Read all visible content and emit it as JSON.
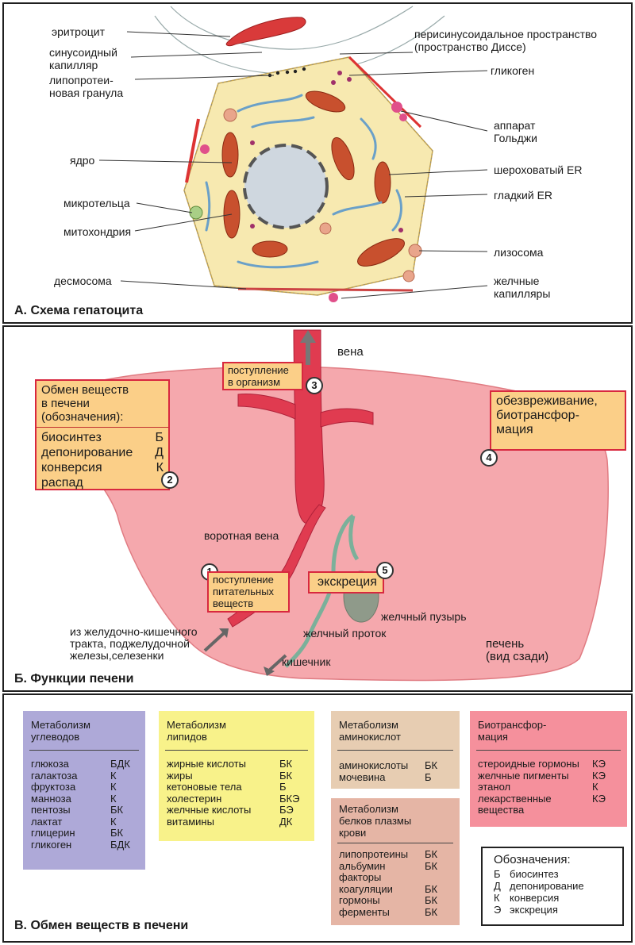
{
  "panel_a": {
    "title": "А. Схема гепатоцита",
    "labels": {
      "erythrocyte": "эритроцит",
      "sinusoid_1": "синусоидный",
      "sinusoid_2": "капилляр",
      "lipoprotein_1": "липопротеи-",
      "lipoprotein_2": "новая гранула",
      "nucleus": "ядро",
      "microbody": "микротельца",
      "mitochondrion": "митохондрия",
      "desmosome": "десмосома",
      "disse_1": "перисинусоидальное пространство",
      "disse_2": "(пространство Диссе)",
      "glycogen": "гликоген",
      "golgi_1": "аппарат",
      "golgi_2": "Гольджи",
      "rough_er": "шероховатый ER",
      "smooth_er": "гладкий ER",
      "lysosome": "лизосома",
      "bile_cap_1": "желчные",
      "bile_cap_2": "капилляры"
    }
  },
  "panel_b": {
    "title": "Б. Функции печени",
    "vein": "вена",
    "portal_vein": "воротная вена",
    "intake_1": "поступление",
    "intake_2": "в организм",
    "legend_box": {
      "head_1": "Обмен веществ",
      "head_2": "в печени",
      "head_3": "(обозначения):",
      "rows": [
        {
          "name": "биосинтез",
          "code": "Б"
        },
        {
          "name": "депонирование",
          "code": "Д"
        },
        {
          "name": "конверсия",
          "code": "К"
        },
        {
          "name": "распад",
          "code": ""
        }
      ]
    },
    "detox_1": "обезвреживание,",
    "detox_2": "биотрансфор-",
    "detox_3": "мация",
    "nutrients_1": "поступление",
    "nutrients_2": "питательных",
    "nutrients_3": "веществ",
    "excretion": "экскреция",
    "gallbladder": "желчный пузырь",
    "bile_duct": "желчный проток",
    "from_1": "из желудочно-кишечного",
    "from_2": "тракта, поджелудочной",
    "from_3": "железы,селезенки",
    "intestine": "кишечник",
    "liver_1": "печень",
    "liver_2": "(вид сзади)",
    "num1": "1",
    "num2": "2",
    "num3": "3",
    "num4": "4",
    "num5": "5"
  },
  "panel_c": {
    "title": "В. Обмен веществ в печени",
    "carbs": {
      "head_1": "Метаболизм",
      "head_2": "углеводов",
      "rows": [
        {
          "name": "глюкоза",
          "code": "БДК"
        },
        {
          "name": "галактоза",
          "code": "К"
        },
        {
          "name": "фруктоза",
          "code": "К"
        },
        {
          "name": "манноза",
          "code": "К"
        },
        {
          "name": "пентозы",
          "code": "БК"
        },
        {
          "name": "лактат",
          "code": "К"
        },
        {
          "name": "глицерин",
          "code": "БК"
        },
        {
          "name": "гликоген",
          "code": "БДК"
        }
      ]
    },
    "lipids": {
      "head_1": "Метаболизм",
      "head_2": "липидов",
      "rows": [
        {
          "name": "жирные кислоты",
          "code": "БК"
        },
        {
          "name": "жиры",
          "code": "БК"
        },
        {
          "name": "кетоновые тела",
          "code": "Б"
        },
        {
          "name": "холестерин",
          "code": "БКЭ"
        },
        {
          "name": "желчные кислоты",
          "code": "БЭ"
        },
        {
          "name": "витамины",
          "code": "ДК"
        }
      ]
    },
    "amino": {
      "head_1": "Метаболизм",
      "head_2": "аминокислот",
      "rows": [
        {
          "name": "аминокислоты",
          "code": "БК"
        },
        {
          "name": "мочевина",
          "code": "Б"
        }
      ]
    },
    "plasma": {
      "head_1": "Метаболизм",
      "head_2": "белков плазмы",
      "head_3": "крови",
      "rows": [
        {
          "name": "липопротеины",
          "code": "БК"
        },
        {
          "name": "альбумин",
          "code": "БК"
        },
        {
          "name": "факторы",
          "code": ""
        },
        {
          "name": "коагуляции",
          "code": "БК"
        },
        {
          "name": "гормоны",
          "code": "БК"
        },
        {
          "name": "ферменты",
          "code": "БК"
        }
      ]
    },
    "biotrans": {
      "head_1": "Биотрансфор-",
      "head_2": "мация",
      "rows": [
        {
          "name": "стероидные гормоны",
          "code": "КЭ"
        },
        {
          "name": "желчные пигменты",
          "code": "КЭ"
        },
        {
          "name": "этанол",
          "code": "К"
        },
        {
          "name": "лекарственные",
          "code": "КЭ"
        },
        {
          "name": "вещества",
          "code": ""
        }
      ]
    },
    "legend": {
      "title": "Обозначения:",
      "rows": [
        {
          "code": "Б",
          "name": "биосинтез"
        },
        {
          "code": "Д",
          "name": "депонирование"
        },
        {
          "code": "К",
          "name": "конверсия"
        },
        {
          "code": "Э",
          "name": "экскреция"
        }
      ]
    }
  }
}
